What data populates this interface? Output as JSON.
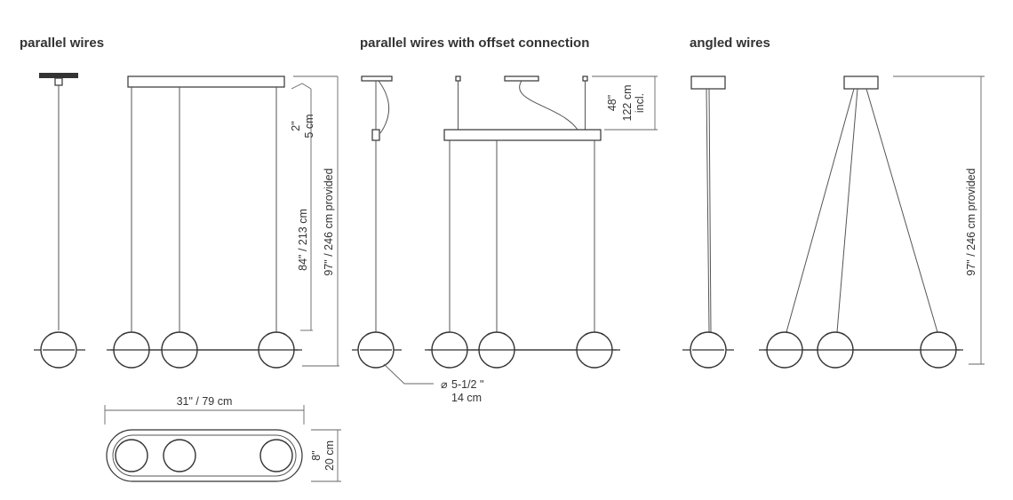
{
  "headings": {
    "parallel": "parallel wires",
    "offset": "parallel wires with offset connection",
    "angled": "angled wires"
  },
  "dimensions": {
    "canopy_drop_in": "2\"",
    "canopy_drop_cm": "5 cm",
    "drop_84": "84\"  /  213 cm",
    "provided_97_a": "97\"  /  246 cm provided",
    "offset_48_in": "48\"",
    "offset_122_cm": "122 cm",
    "offset_incl": "incl.",
    "diameter_in": "5-1/2 \"",
    "diameter_cm": "14 cm",
    "diameter_symbol": "⌀",
    "length": "31\"  / 79 cm",
    "width_in": "8\"",
    "width_cm": "20 cm",
    "provided_97_b": "97\"  /  246 cm provided"
  }
}
